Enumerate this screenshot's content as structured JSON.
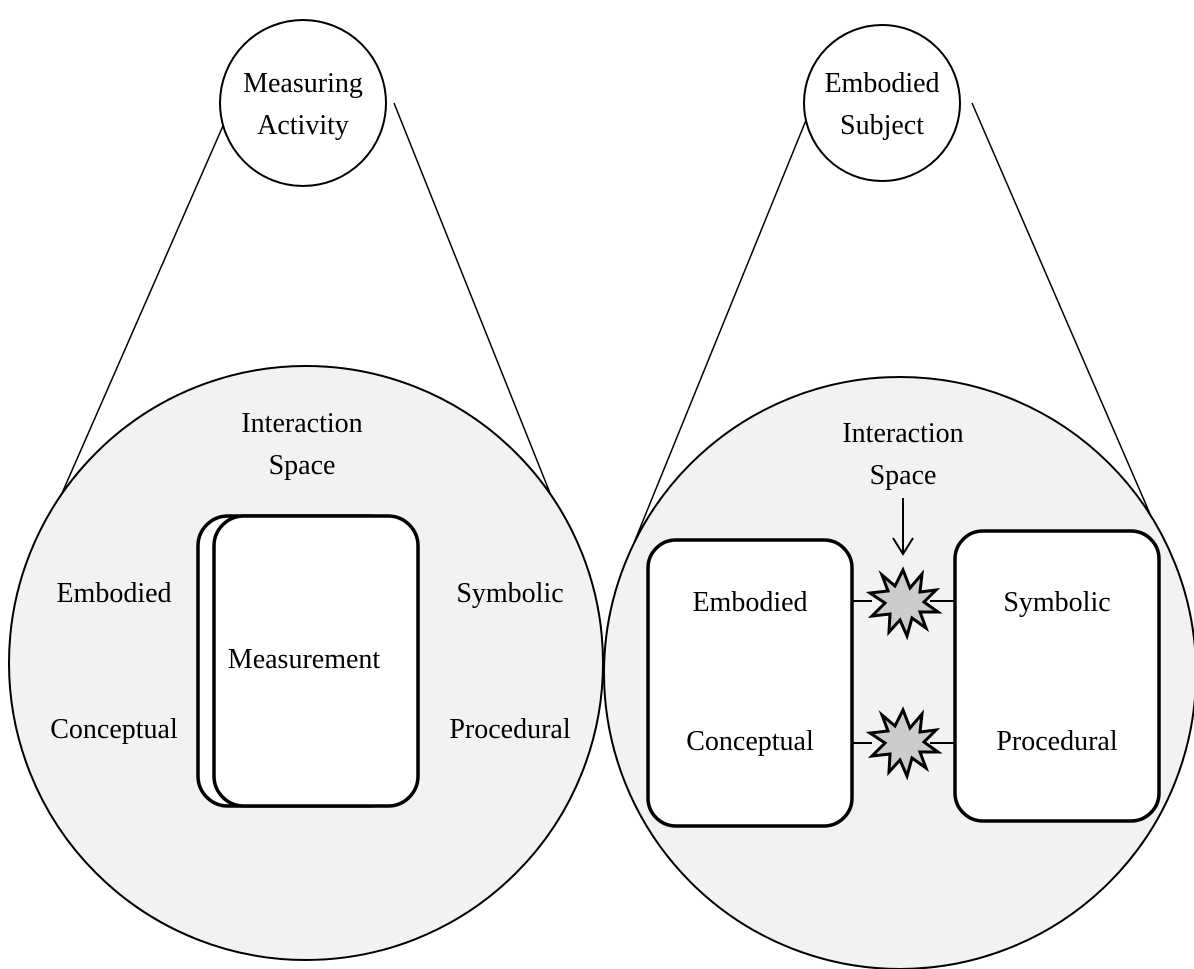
{
  "colors": {
    "stroke": "#000000",
    "circle_fill": "#f2f2f2",
    "burst_fill": "#cccccc",
    "background": "#ffffff"
  },
  "left": {
    "top_label_line1": "Measuring",
    "top_label_line2": "Activity",
    "space_label_line1": "Interaction",
    "space_label_line2": "Space",
    "embodied": "Embodied",
    "conceptual": "Conceptual",
    "symbolic": "Symbolic",
    "procedural": "Procedural",
    "center": "Measurement"
  },
  "right": {
    "top_label_line1": "Embodied",
    "top_label_line2": "Subject",
    "space_label_line1": "Interaction",
    "space_label_line2": "Space",
    "embodied": "Embodied",
    "conceptual": "Conceptual",
    "symbolic": "Symbolic",
    "procedural": "Procedural"
  }
}
